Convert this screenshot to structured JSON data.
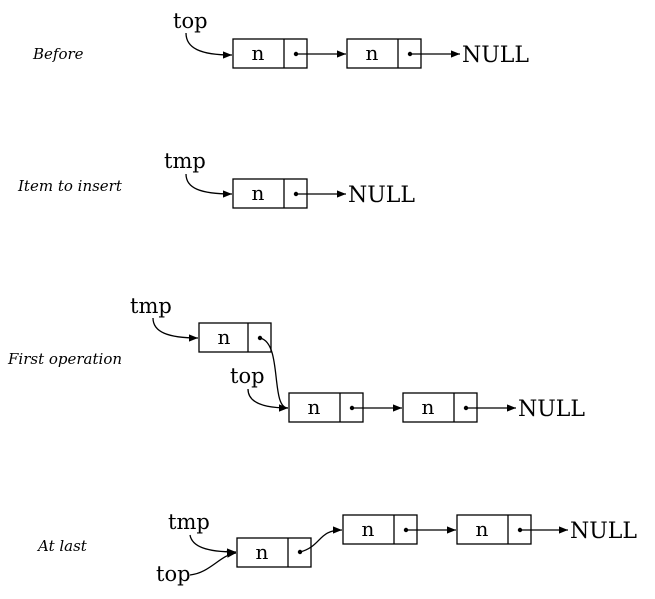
{
  "stages": {
    "before": "Before",
    "insert": "Item to insert",
    "first": "First operation",
    "last": "At last"
  },
  "pointers": {
    "top": "top",
    "tmp": "tmp"
  },
  "node_label": "n",
  "null_label": "NULL"
}
